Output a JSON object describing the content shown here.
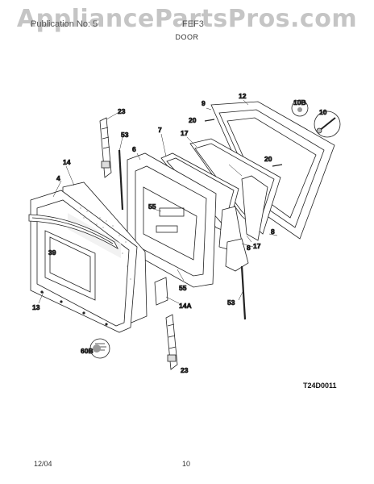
{
  "watermark": "AppliancePartsPros.com",
  "header": {
    "left": "Publication No: 5",
    "middle": "FEF3",
    "title": "DOOR"
  },
  "diagram_code": "T24D0011",
  "footer": {
    "date": "12/04",
    "page": "10"
  },
  "callouts": {
    "c23a": "23",
    "c53a": "53",
    "c7": "7",
    "c6": "6",
    "c17a": "17",
    "c9": "9",
    "c12": "12",
    "c10b": "10B",
    "c10": "10",
    "c20a": "20",
    "c20b": "20",
    "c14": "14",
    "c4": "4",
    "c55a": "55",
    "c55b": "55",
    "c39": "39",
    "c13": "13",
    "c60b": "60B",
    "c8a": "8",
    "c8b": "8",
    "c17b": "17",
    "c14a": "14A",
    "c53b": "53",
    "c23b": "23"
  }
}
